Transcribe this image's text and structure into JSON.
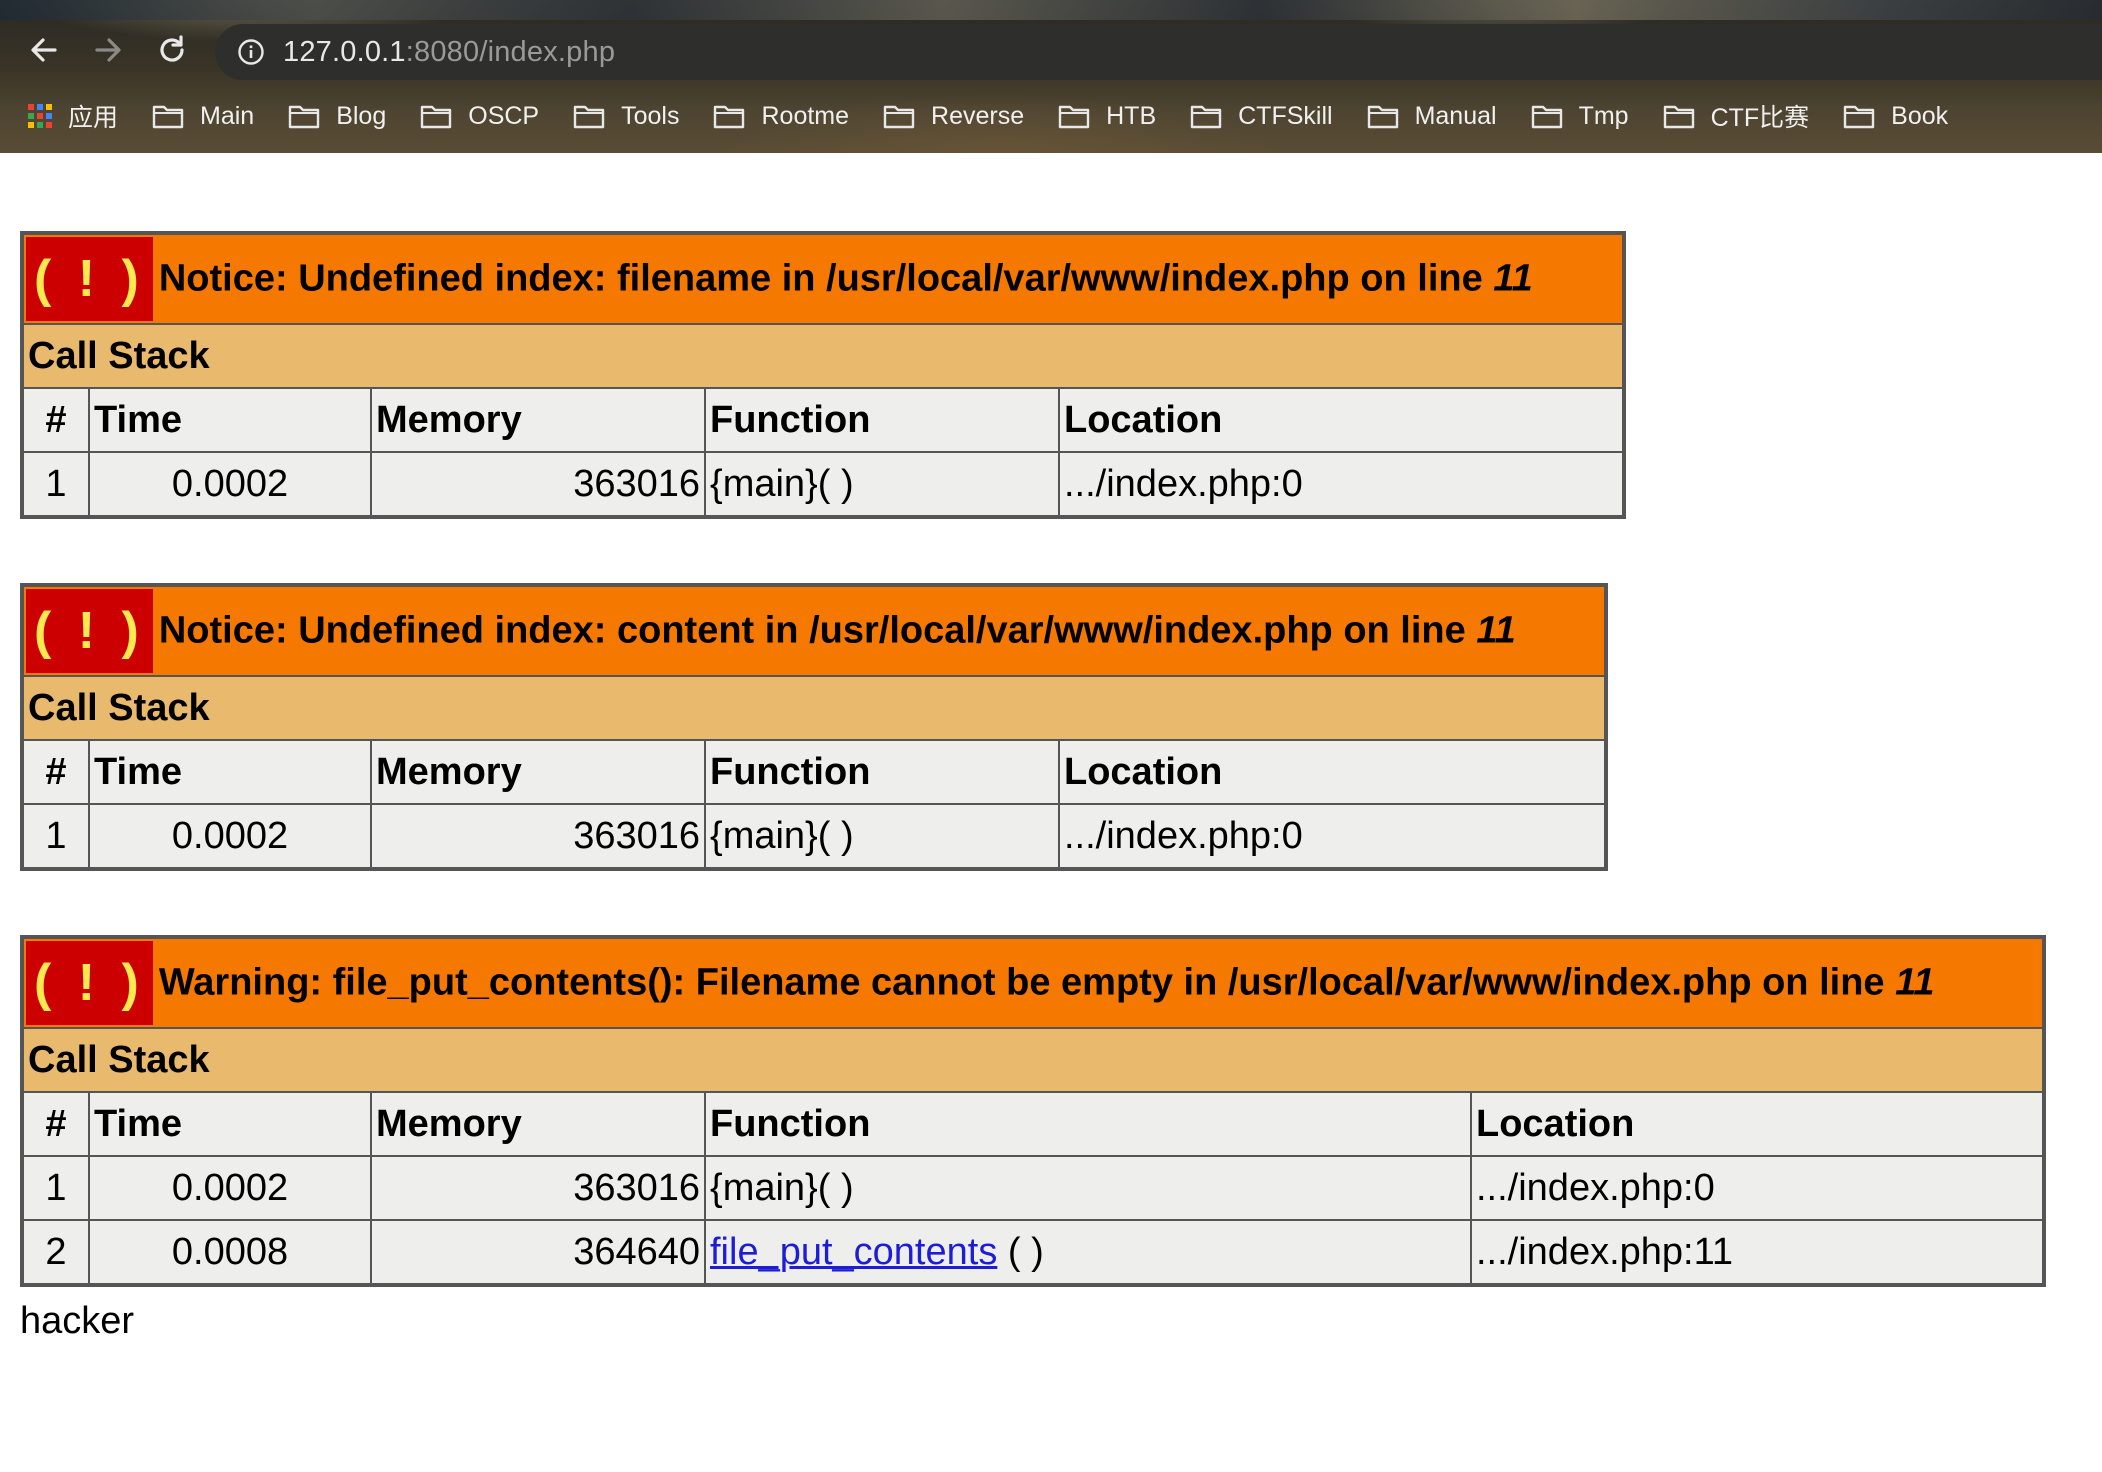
{
  "browser": {
    "url_host": "127.0.0.1",
    "url_rest": ":8080/index.php",
    "bookmarks": [
      "应用",
      "Main",
      "Blog",
      "OSCP",
      "Tools",
      "Rootme",
      "Reverse",
      "HTB",
      "CTFSkill",
      "Manual",
      "Tmp",
      "CTF比赛",
      "Book"
    ]
  },
  "errors": [
    {
      "icon": "( ! )",
      "message": "Notice: Undefined index: filename in /usr/local/var/www/index.php on line ",
      "line": "11",
      "call_stack_label": "Call Stack",
      "columns": [
        "#",
        "Time",
        "Memory",
        "Function",
        "Location"
      ],
      "rows": [
        {
          "n": "1",
          "time": "0.0002",
          "memory": "363016",
          "function": "{main}( )",
          "location": ".../index.php:0"
        }
      ]
    },
    {
      "icon": "( ! )",
      "message": "Notice: Undefined index: content in /usr/local/var/www/index.php on line ",
      "line": "11",
      "call_stack_label": "Call Stack",
      "columns": [
        "#",
        "Time",
        "Memory",
        "Function",
        "Location"
      ],
      "rows": [
        {
          "n": "1",
          "time": "0.0002",
          "memory": "363016",
          "function": "{main}( )",
          "location": ".../index.php:0"
        }
      ]
    },
    {
      "icon": "( ! )",
      "message": "Warning: file_put_contents(): Filename cannot be empty in /usr/local/var/www/index.php on line ",
      "line": "11",
      "call_stack_label": "Call Stack",
      "columns": [
        "#",
        "Time",
        "Memory",
        "Function",
        "Location"
      ],
      "rows": [
        {
          "n": "1",
          "time": "0.0002",
          "memory": "363016",
          "function": "{main}( )",
          "location": ".../index.php:0"
        },
        {
          "n": "2",
          "time": "0.0008",
          "memory": "364640",
          "function_link": "file_put_contents",
          "function_suffix": " ( )",
          "location": ".../index.php:11"
        }
      ]
    }
  ],
  "output_text": "hacker",
  "colors": {
    "error_header": "#f57900",
    "call_stack": "#e9b96e",
    "cell": "#eeeeec",
    "bang_bg": "#cc0000",
    "bang_fg": "#fce94f",
    "link": "#1d1dd6"
  }
}
